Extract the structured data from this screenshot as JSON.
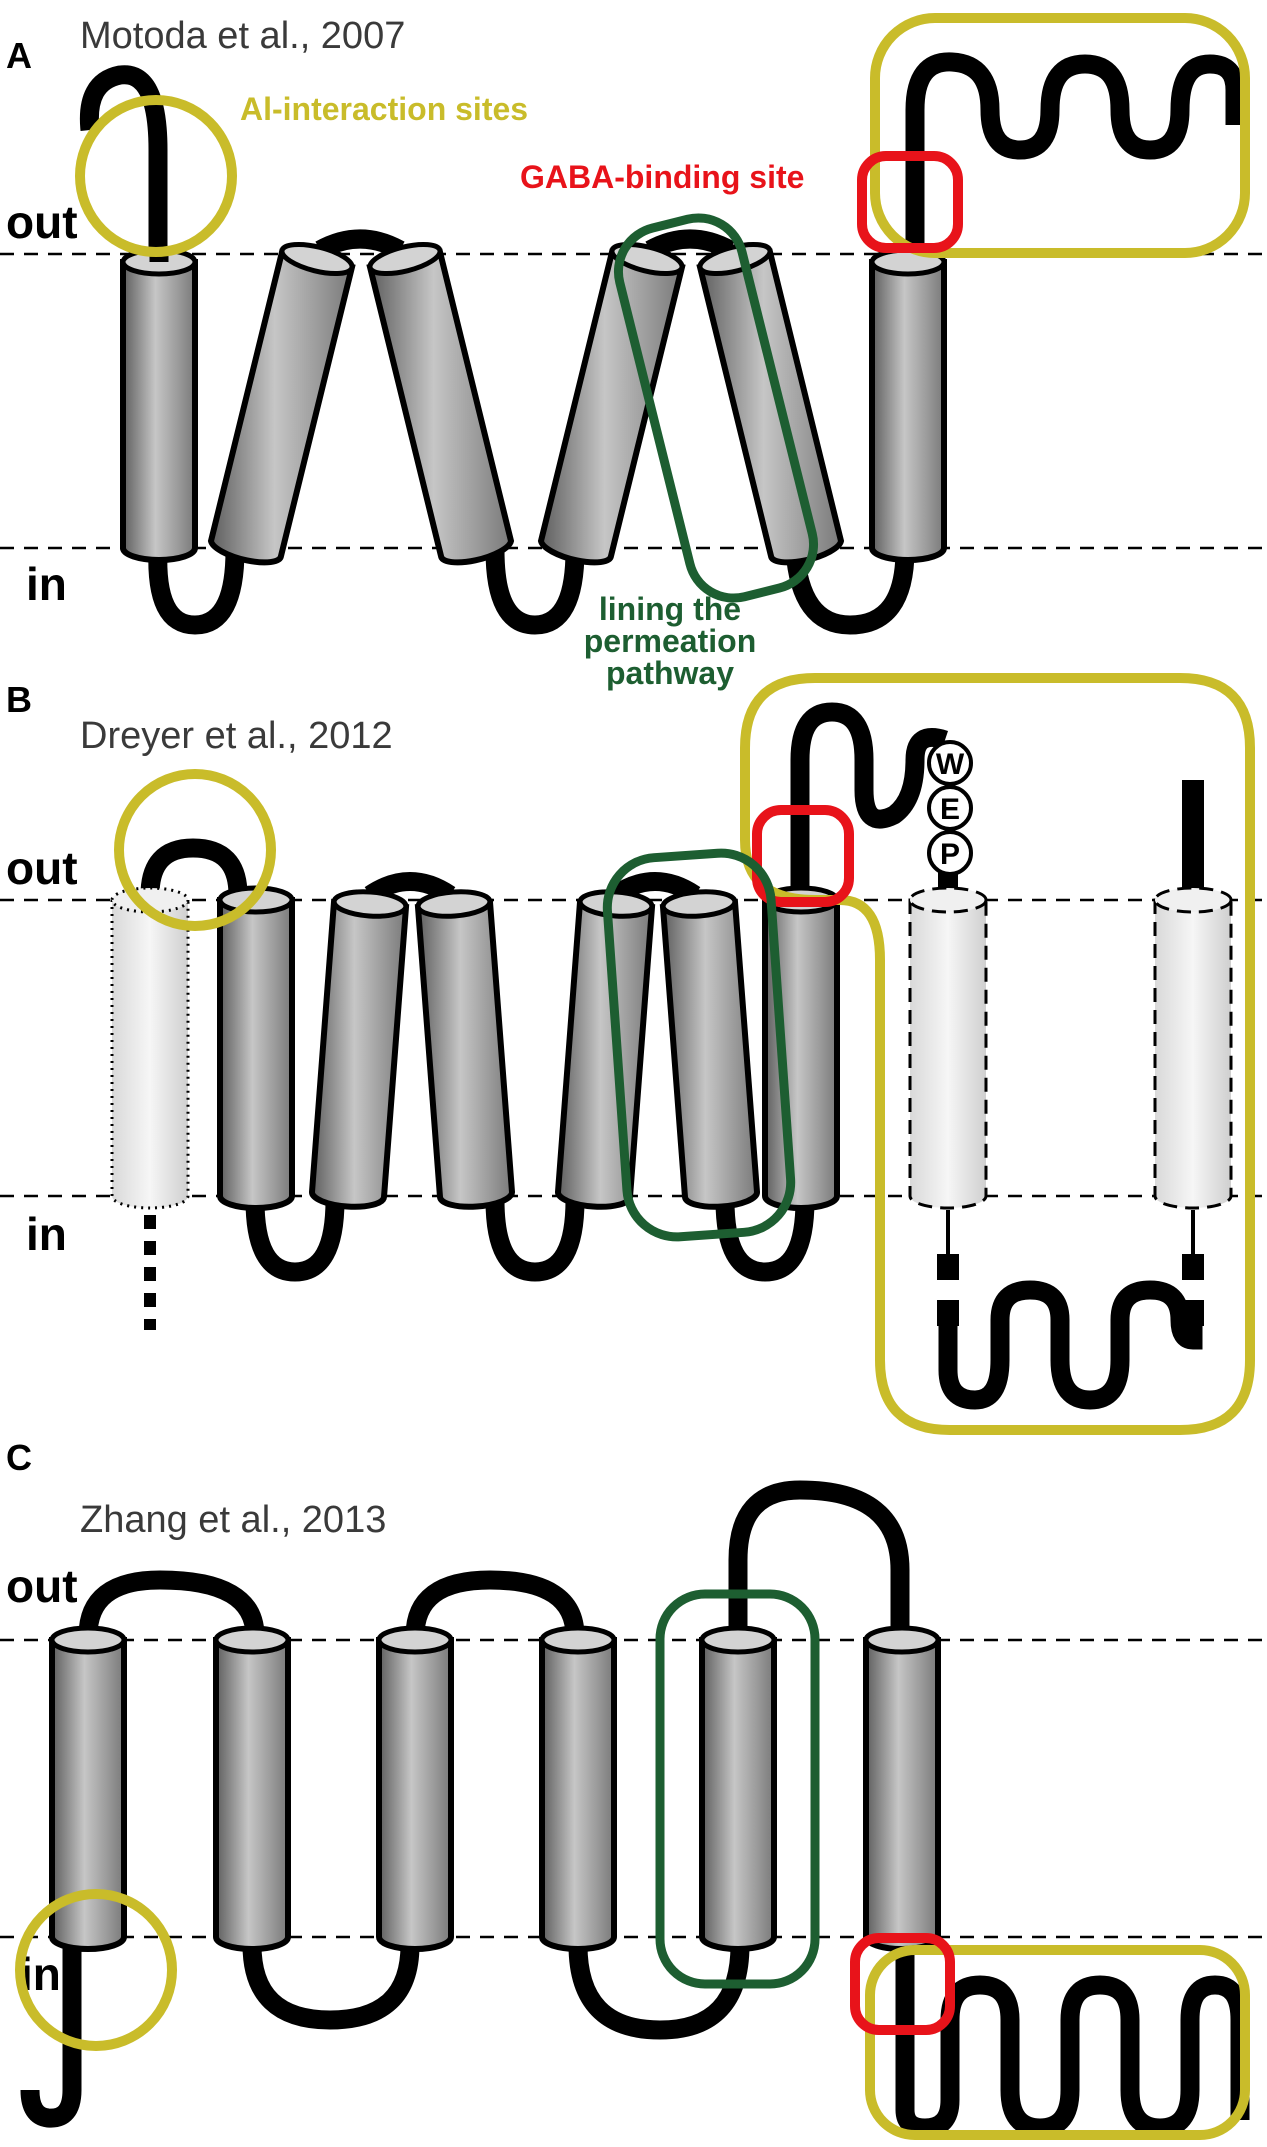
{
  "colors": {
    "ai_interaction": "#c9bc2a",
    "gaba_binding": "#e8131a",
    "permeation": "#1d5e31",
    "helix_dark": "#6b6b6b",
    "helix_light": "#bdbdbd",
    "helix_faint": "#efefef"
  },
  "panels": [
    {
      "id": "A",
      "label": "A",
      "author": "Motoda et al., 2007",
      "out_label": "out",
      "in_label": "in"
    },
    {
      "id": "B",
      "label": "B",
      "author": "Dreyer et al., 2012",
      "out_label": "out",
      "in_label": "in"
    },
    {
      "id": "C",
      "label": "C",
      "author": "Zhang et al., 2013",
      "out_label": "out",
      "in_label": "in"
    }
  ],
  "annotations": {
    "ai_sites": "Al-interaction sites",
    "gaba_site": "GABA-binding site",
    "permeation_line1": "lining the",
    "permeation_line2": "permeation",
    "permeation_line3": "pathway"
  },
  "residues": [
    "W",
    "E",
    "P"
  ]
}
